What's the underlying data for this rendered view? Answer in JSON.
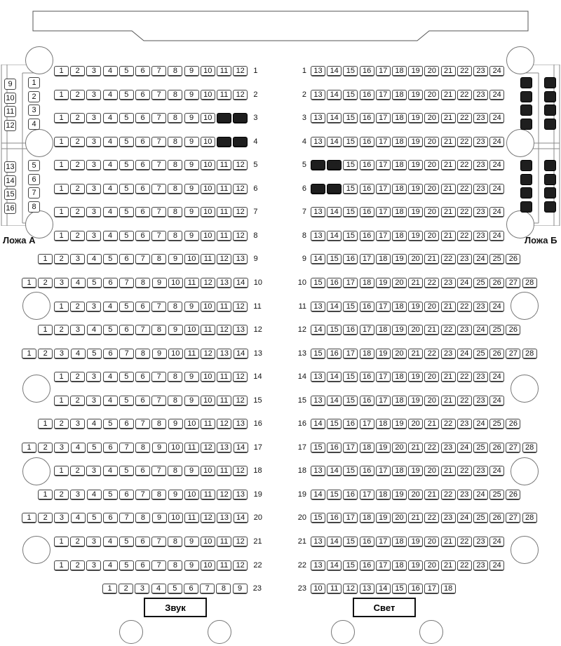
{
  "hall": {
    "box_a_label": "Ложа А",
    "box_b_label": "Ложа Б",
    "sound_label": "Звук",
    "light_label": "Свет"
  },
  "rows": [
    {
      "row": "1",
      "left": [
        1,
        2,
        3,
        4,
        5,
        6,
        7,
        8,
        9,
        10,
        11,
        12
      ],
      "right": [
        13,
        14,
        15,
        16,
        17,
        18,
        19,
        20,
        21,
        22,
        23,
        24
      ]
    },
    {
      "row": "2",
      "left": [
        1,
        2,
        3,
        4,
        5,
        6,
        7,
        8,
        9,
        10,
        11,
        12
      ],
      "right": [
        13,
        14,
        15,
        16,
        17,
        18,
        19,
        20,
        21,
        22,
        23,
        24
      ]
    },
    {
      "row": "3",
      "left": [
        1,
        2,
        3,
        4,
        5,
        6,
        7,
        8,
        9,
        10,
        11,
        12
      ],
      "right": [
        13,
        14,
        15,
        16,
        17,
        18,
        19,
        20,
        21,
        22,
        23,
        24
      ],
      "taken_left": [
        11,
        12
      ]
    },
    {
      "row": "4",
      "left": [
        1,
        2,
        3,
        4,
        5,
        6,
        7,
        8,
        9,
        10,
        11,
        12
      ],
      "right": [
        13,
        14,
        15,
        16,
        17,
        18,
        19,
        20,
        21,
        22,
        23,
        24
      ],
      "taken_left": [
        11,
        12
      ]
    },
    {
      "row": "5",
      "left": [
        1,
        2,
        3,
        4,
        5,
        6,
        7,
        8,
        9,
        10,
        11,
        12
      ],
      "right": [
        13,
        14,
        15,
        16,
        17,
        18,
        19,
        20,
        21,
        22,
        23,
        24
      ],
      "taken_right": [
        13,
        14
      ]
    },
    {
      "row": "6",
      "left": [
        1,
        2,
        3,
        4,
        5,
        6,
        7,
        8,
        9,
        10,
        11,
        12
      ],
      "right": [
        13,
        14,
        15,
        16,
        17,
        18,
        19,
        20,
        21,
        22,
        23,
        24
      ],
      "taken_right": [
        13,
        14
      ]
    },
    {
      "row": "7",
      "left": [
        1,
        2,
        3,
        4,
        5,
        6,
        7,
        8,
        9,
        10,
        11,
        12
      ],
      "right": [
        13,
        14,
        15,
        16,
        17,
        18,
        19,
        20,
        21,
        22,
        23,
        24
      ]
    },
    {
      "row": "8",
      "left": [
        1,
        2,
        3,
        4,
        5,
        6,
        7,
        8,
        9,
        10,
        11,
        12
      ],
      "right": [
        13,
        14,
        15,
        16,
        17,
        18,
        19,
        20,
        21,
        22,
        23,
        24
      ]
    },
    {
      "row": "9",
      "left": [
        1,
        2,
        3,
        4,
        5,
        6,
        7,
        8,
        9,
        10,
        11,
        12,
        13
      ],
      "right": [
        14,
        15,
        16,
        17,
        18,
        19,
        20,
        21,
        22,
        23,
        24,
        25,
        26
      ]
    },
    {
      "row": "10",
      "left": [
        1,
        2,
        3,
        4,
        5,
        6,
        7,
        8,
        9,
        10,
        11,
        12,
        13,
        14
      ],
      "right": [
        15,
        16,
        17,
        18,
        19,
        20,
        21,
        22,
        23,
        24,
        25,
        26,
        27,
        28
      ]
    },
    {
      "row": "11",
      "left": [
        1,
        2,
        3,
        4,
        5,
        6,
        7,
        8,
        9,
        10,
        11,
        12
      ],
      "right": [
        13,
        14,
        15,
        16,
        17,
        18,
        19,
        20,
        21,
        22,
        23,
        24
      ]
    },
    {
      "row": "12",
      "left": [
        1,
        2,
        3,
        4,
        5,
        6,
        7,
        8,
        9,
        10,
        11,
        12,
        13
      ],
      "right": [
        14,
        15,
        16,
        17,
        18,
        19,
        20,
        21,
        22,
        23,
        24,
        25,
        26
      ]
    },
    {
      "row": "13",
      "left": [
        1,
        2,
        3,
        4,
        5,
        6,
        7,
        8,
        9,
        10,
        11,
        12,
        13,
        14
      ],
      "right": [
        15,
        16,
        17,
        18,
        19,
        20,
        21,
        22,
        23,
        24,
        25,
        26,
        27,
        28
      ]
    },
    {
      "row": "14",
      "left": [
        1,
        2,
        3,
        4,
        5,
        6,
        7,
        8,
        9,
        10,
        11,
        12
      ],
      "right": [
        13,
        14,
        15,
        16,
        17,
        18,
        19,
        20,
        21,
        22,
        23,
        24
      ]
    },
    {
      "row": "15",
      "left": [
        1,
        2,
        3,
        4,
        5,
        6,
        7,
        8,
        9,
        10,
        11,
        12
      ],
      "right": [
        13,
        14,
        15,
        16,
        17,
        18,
        19,
        20,
        21,
        22,
        23,
        24
      ]
    },
    {
      "row": "16",
      "left": [
        1,
        2,
        3,
        4,
        5,
        6,
        7,
        8,
        9,
        10,
        11,
        12,
        13
      ],
      "right": [
        14,
        15,
        16,
        17,
        18,
        19,
        20,
        21,
        22,
        23,
        24,
        25,
        26
      ]
    },
    {
      "row": "17",
      "left": [
        1,
        2,
        3,
        4,
        5,
        6,
        7,
        8,
        9,
        10,
        11,
        12,
        13,
        14
      ],
      "right": [
        15,
        16,
        17,
        18,
        19,
        20,
        21,
        22,
        23,
        24,
        25,
        26,
        27,
        28
      ]
    },
    {
      "row": "18",
      "left": [
        1,
        2,
        3,
        4,
        5,
        6,
        7,
        8,
        9,
        10,
        11,
        12
      ],
      "right": [
        13,
        14,
        15,
        16,
        17,
        18,
        19,
        20,
        21,
        22,
        23,
        24
      ]
    },
    {
      "row": "19",
      "left": [
        1,
        2,
        3,
        4,
        5,
        6,
        7,
        8,
        9,
        10,
        11,
        12,
        13
      ],
      "right": [
        14,
        15,
        16,
        17,
        18,
        19,
        20,
        21,
        22,
        23,
        24,
        25,
        26
      ]
    },
    {
      "row": "20",
      "left": [
        1,
        2,
        3,
        4,
        5,
        6,
        7,
        8,
        9,
        10,
        11,
        12,
        13,
        14
      ],
      "right": [
        15,
        16,
        17,
        18,
        19,
        20,
        21,
        22,
        23,
        24,
        25,
        26,
        27,
        28
      ]
    },
    {
      "row": "21",
      "left": [
        1,
        2,
        3,
        4,
        5,
        6,
        7,
        8,
        9,
        10,
        11,
        12
      ],
      "right": [
        13,
        14,
        15,
        16,
        17,
        18,
        19,
        20,
        21,
        22,
        23,
        24
      ]
    },
    {
      "row": "22",
      "left": [
        1,
        2,
        3,
        4,
        5,
        6,
        7,
        8,
        9,
        10,
        11,
        12
      ],
      "right": [
        13,
        14,
        15,
        16,
        17,
        18,
        19,
        20,
        21,
        22,
        23,
        24
      ]
    },
    {
      "row": "23",
      "left": [
        1,
        2,
        3,
        4,
        5,
        6,
        7,
        8,
        9
      ],
      "right": [
        10,
        11,
        12,
        13,
        14,
        15,
        16,
        17,
        18
      ]
    }
  ],
  "box_a": {
    "upper_outer": [
      "9",
      "10",
      "11",
      "12"
    ],
    "upper_inner": [
      "1",
      "2",
      "3",
      "4"
    ],
    "lower_outer": [
      "13",
      "14",
      "15",
      "16"
    ],
    "lower_inner": [
      "5",
      "6",
      "7",
      "8"
    ]
  },
  "box_b": {
    "taken_cells": 16
  },
  "colors": {
    "taken": "#1e1e1e",
    "free": "#ffffff",
    "outline": "#444444"
  }
}
